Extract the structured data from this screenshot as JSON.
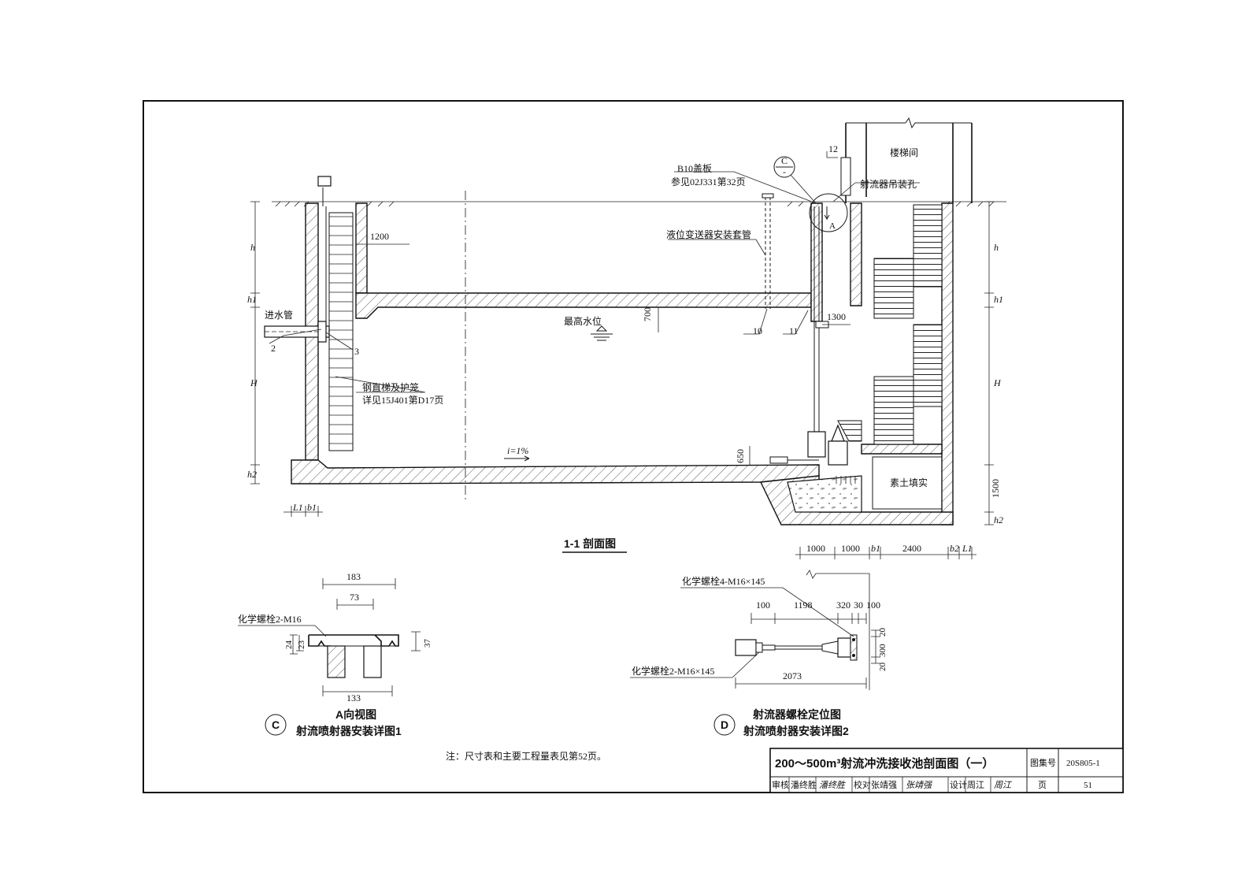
{
  "section": {
    "title": "1-1 剖面图",
    "labels": {
      "inlet_pipe": "进水管",
      "stairwell": "楼梯间",
      "cover": "B10盖板",
      "cover_ref": "参见02J331第32页",
      "hoist_hole": "射流器吊装孔",
      "level_sleeve": "液位变送器安装套管",
      "max_water": "最高水位",
      "ladder": "钢直梯及护笼",
      "ladder_ref": "详见15J401第D17页",
      "backfill": "素土填实",
      "slope": "i=1%",
      "view_a": "A"
    },
    "callouts": [
      "2",
      "3",
      "10",
      "11",
      "12"
    ],
    "detail_mark": {
      "letter": "C",
      "sheet": "-"
    },
    "dims_vertical_left": [
      "h",
      "h1",
      "H",
      "h2"
    ],
    "dims_vertical_right": [
      "h",
      "h1",
      "H",
      "1500",
      "h2"
    ],
    "dims_inner": [
      "1200",
      "700",
      "1300",
      "650"
    ],
    "dims_bottom_left": [
      "L1",
      "b1"
    ],
    "dims_bottom_right": [
      "1000",
      "1000",
      "b1",
      "2400",
      "b2",
      "L1"
    ]
  },
  "detail_c": {
    "mark": "C",
    "title1": "A向视图",
    "title2": "射流喷射器安装详图1",
    "bolt": "化学螺栓2-M16",
    "dims": [
      "183",
      "73",
      "133",
      "24",
      "23",
      "37"
    ]
  },
  "detail_d": {
    "mark": "D",
    "title1": "射流器螺栓定位图",
    "title2": "射流喷射器安装详图2",
    "bolt_top": "化学螺栓4-M16×145",
    "bolt_bottom": "化学螺栓2-M16×145",
    "dims_top": [
      "100",
      "1198",
      "320",
      "30",
      "100"
    ],
    "dims_side": [
      "20",
      "300",
      "20"
    ],
    "dim_total": "2073"
  },
  "note": "注：尺寸表和主要工程量表见第52页。",
  "title_block": {
    "drawing_title": "200～500m³射流冲洗接收池剖面图（一）",
    "atlas_label": "图集号",
    "atlas_no": "20S805-1",
    "review_label": "审核",
    "review_name": "潘终胜",
    "review_sign": "潘终胜",
    "check_label": "校对",
    "check_name": "张靖强",
    "check_sign": "张靖强",
    "design_label": "设计",
    "design_name": "周江",
    "design_sign": "周江",
    "page_label": "页",
    "page_no": "51"
  }
}
